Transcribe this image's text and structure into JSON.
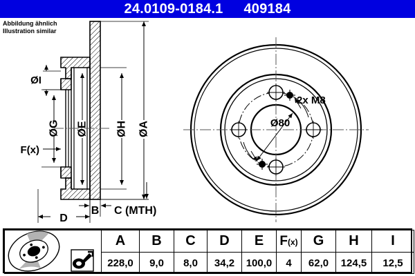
{
  "header": {
    "part_code": "24.0109-0184.1",
    "reference_number": "409184",
    "background_color": "#0000e0",
    "text_color": "#ffffff"
  },
  "notes": {
    "line_de": "Abbildung ähnlich",
    "line_en": "Illustration similar"
  },
  "section_view": {
    "labels": {
      "dia_i": "ØI",
      "dia_g": "ØG",
      "dia_e": "ØE",
      "dia_h": "ØH",
      "dia_a": "ØA",
      "fx": "F(x)",
      "b": "B",
      "c_mth": "C (MTH)",
      "d": "D"
    }
  },
  "front_view": {
    "labels": {
      "thread": "2x M8",
      "bolt_circle": "Ø80"
    },
    "bolt_hole_count": 4,
    "thread_hole_count": 2
  },
  "spec_table": {
    "headers": [
      "A",
      "B",
      "C",
      "D",
      "E",
      "F(x)",
      "G",
      "H",
      "I"
    ],
    "header_fx_base": "F",
    "header_fx_sub": "(x)",
    "values": [
      "228,0",
      "9,0",
      "8,0",
      "34,2",
      "100,0",
      "4",
      "62,0",
      "124,5",
      "12,5"
    ],
    "pictogram_disc": "brake-disc-3d-icon",
    "pictogram_caliper": "caliper-measure-icon"
  }
}
